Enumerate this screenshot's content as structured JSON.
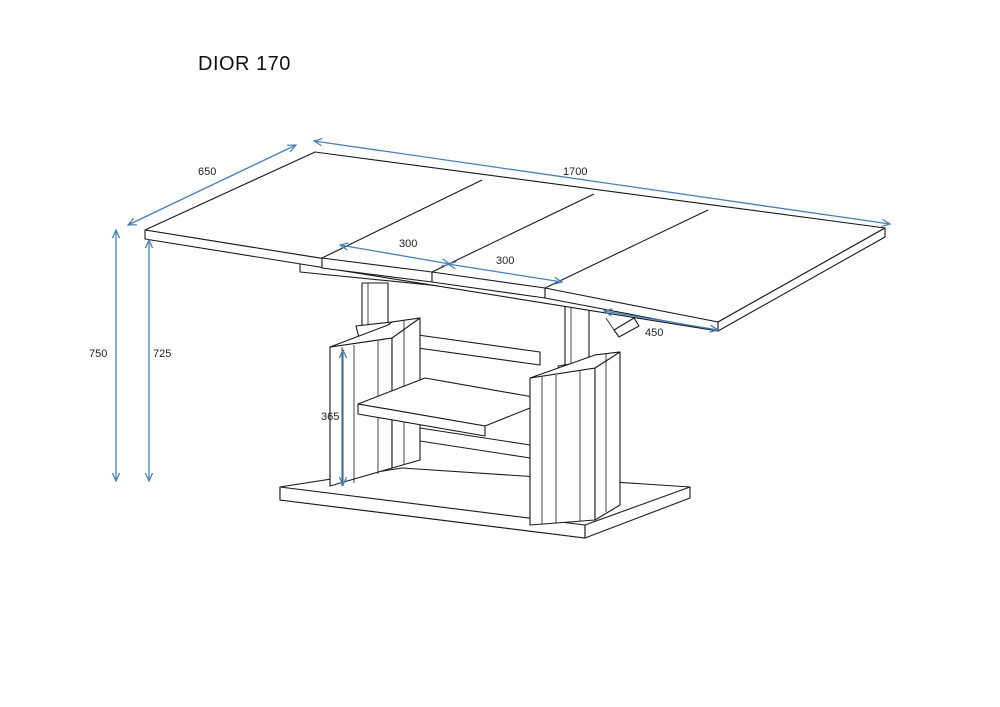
{
  "title": "DIOR  170",
  "colors": {
    "dimension_line": "#4a7fb5",
    "outline": "#1a1a1a",
    "background": "#ffffff"
  },
  "dimensions": {
    "depth": "650",
    "length": "1700",
    "extension_left": "300",
    "extension_right": "300",
    "height_max": "750",
    "height_min": "725",
    "shelf_height": "365",
    "lift_height": "450"
  }
}
